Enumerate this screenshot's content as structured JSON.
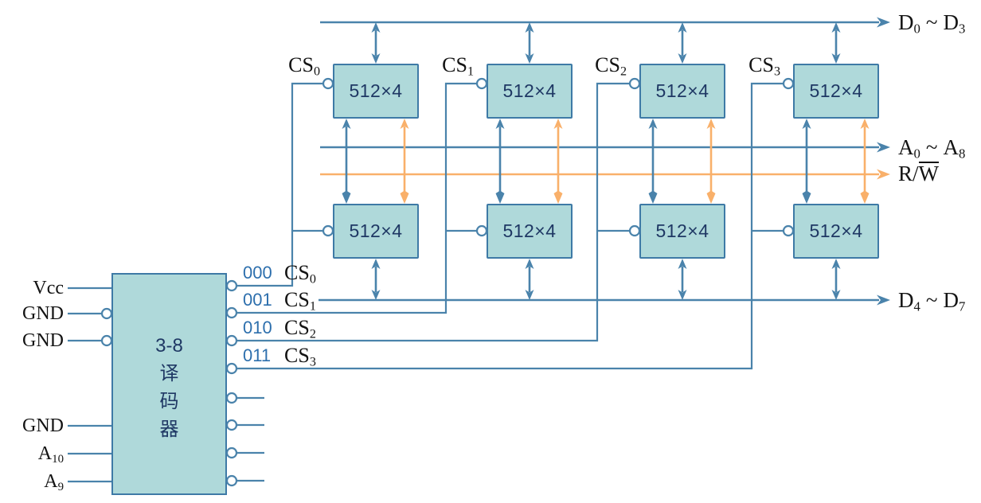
{
  "colors": {
    "background": "#ffffff",
    "wire_blue": "#4a83ab",
    "wire_orange": "#f9b06a",
    "chip_fill": "#afd9da",
    "chip_border": "#3e7aa6",
    "text_navy": "#1f3864",
    "code_blue": "#2d6fad",
    "text_black": "#141414"
  },
  "buses": {
    "d0_d3": {
      "base1": "D",
      "sub1": "0",
      "tilde": "~",
      "base2": "D",
      "sub2": "3"
    },
    "a0_a8": {
      "base1": "A",
      "sub1": "0",
      "tilde": "~",
      "base2": "A",
      "sub2": "8"
    },
    "rw": {
      "pre": "R/",
      "bar": "W"
    },
    "d4_d7": {
      "base1": "D",
      "sub1": "4",
      "tilde": "~",
      "base2": "D",
      "sub2": "7"
    }
  },
  "memory": {
    "chips": [
      {
        "label": "512×4"
      },
      {
        "label": "512×4"
      },
      {
        "label": "512×4"
      },
      {
        "label": "512×4"
      },
      {
        "label": "512×4"
      },
      {
        "label": "512×4"
      },
      {
        "label": "512×4"
      },
      {
        "label": "512×4"
      }
    ]
  },
  "chip_select": {
    "top_labels": [
      {
        "base": "CS",
        "sub": "0"
      },
      {
        "base": "CS",
        "sub": "1"
      },
      {
        "base": "CS",
        "sub": "2"
      },
      {
        "base": "CS",
        "sub": "3"
      }
    ]
  },
  "decoder": {
    "lines": [
      "3-8",
      "译",
      "码",
      "器"
    ],
    "inputs": [
      {
        "base": "Vcc",
        "sub": ""
      },
      {
        "base": "GND",
        "sub": ""
      },
      {
        "base": "GND",
        "sub": ""
      },
      {
        "base": "GND",
        "sub": ""
      },
      {
        "base": "A",
        "sub": "10"
      },
      {
        "base": "A",
        "sub": "9"
      }
    ],
    "outputs": [
      {
        "code": "000",
        "base": "CS",
        "sub": "0"
      },
      {
        "code": "001",
        "base": "CS",
        "sub": "1"
      },
      {
        "code": "010",
        "base": "CS",
        "sub": "2"
      },
      {
        "code": "011",
        "base": "CS",
        "sub": "3"
      }
    ]
  }
}
